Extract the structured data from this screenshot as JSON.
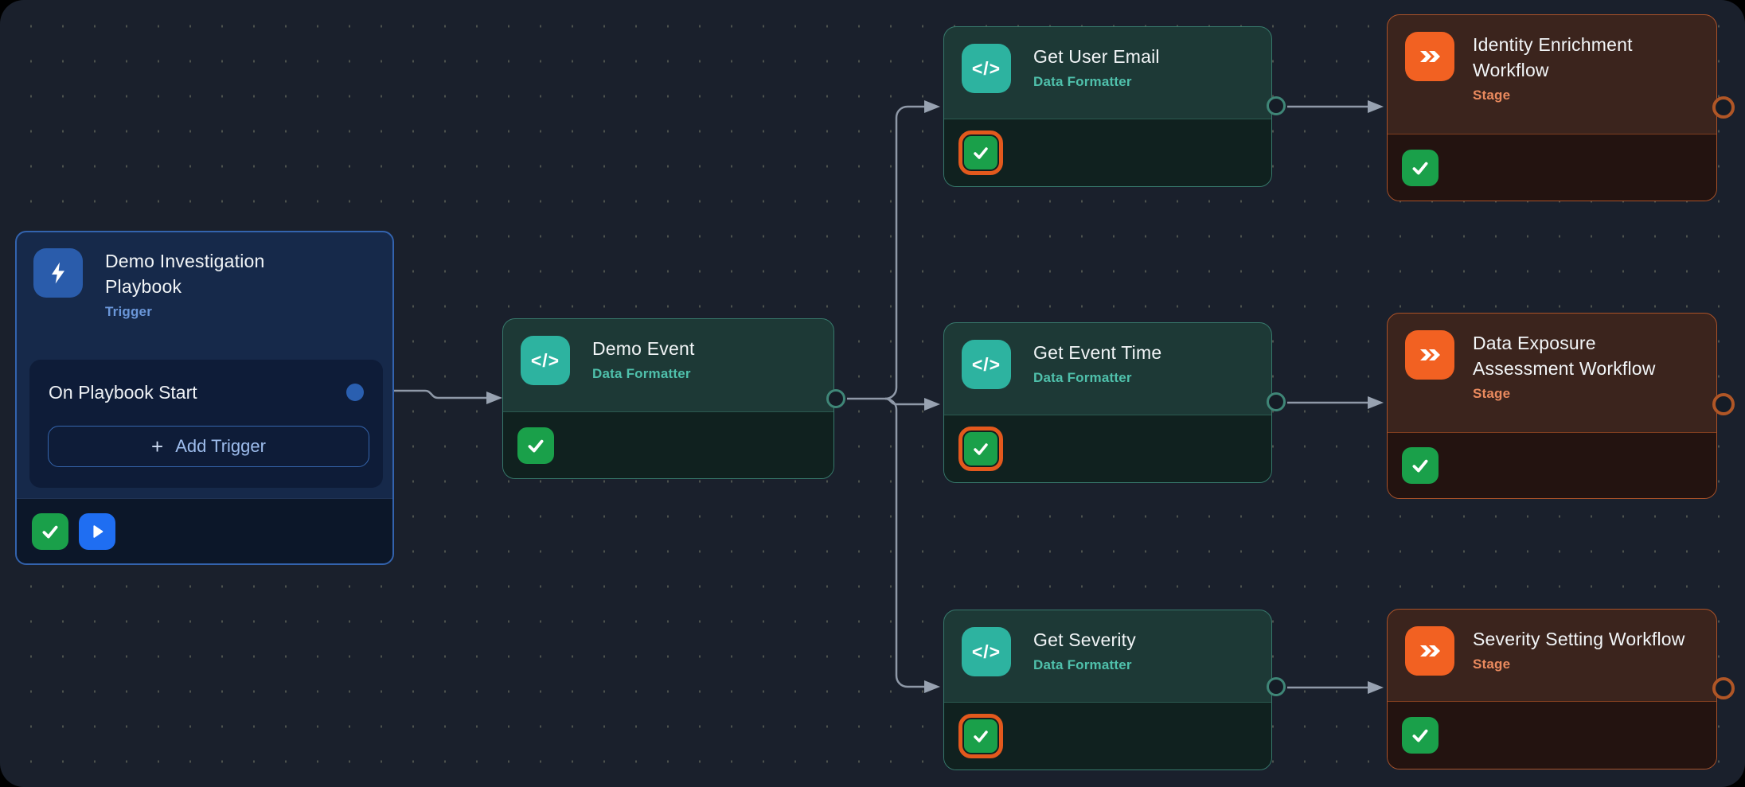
{
  "canvas": {
    "background": "#1a202c",
    "dot_color": "#4d524d"
  },
  "colors": {
    "connector": "#8f99a8",
    "trigger_accent": "#2a5cab",
    "trigger_border": "#3363ae",
    "trigger_type_label": "#6a96d8",
    "formatter_accent": "#2db3a0",
    "formatter_border": "#37796c",
    "formatter_type_label": "#4fc0ab",
    "stage_accent": "#f26122",
    "stage_border": "#aa5229",
    "stage_type_label": "#ea8a5e",
    "success_green": "#1aa04a",
    "run_blue": "#1f6ef2",
    "highlight_ring_orange": "#e3591d"
  },
  "trigger_card": {
    "title": "Demo Investigation Playbook",
    "type_label": "Trigger",
    "row_label": "On Playbook Start",
    "add_trigger_label": "Add Trigger",
    "plus_glyph": "+"
  },
  "nodes": {
    "demo_event": {
      "title": "Demo Event",
      "type_label": "Data Formatter"
    },
    "get_user_email": {
      "title": "Get User Email",
      "type_label": "Data Formatter"
    },
    "get_event_time": {
      "title": "Get Event Time",
      "type_label": "Data Formatter"
    },
    "get_severity": {
      "title": "Get Severity",
      "type_label": "Data Formatter"
    },
    "identity_enrichment": {
      "title": "Identity Enrichment Workflow",
      "type_label": "Stage"
    },
    "data_exposure": {
      "title": "Data Exposure Assessment Workflow",
      "type_label": "Stage"
    },
    "severity_setting": {
      "title": "Severity Setting Workflow",
      "type_label": "Stage"
    }
  },
  "icons": {
    "code_glyph": "</>"
  }
}
